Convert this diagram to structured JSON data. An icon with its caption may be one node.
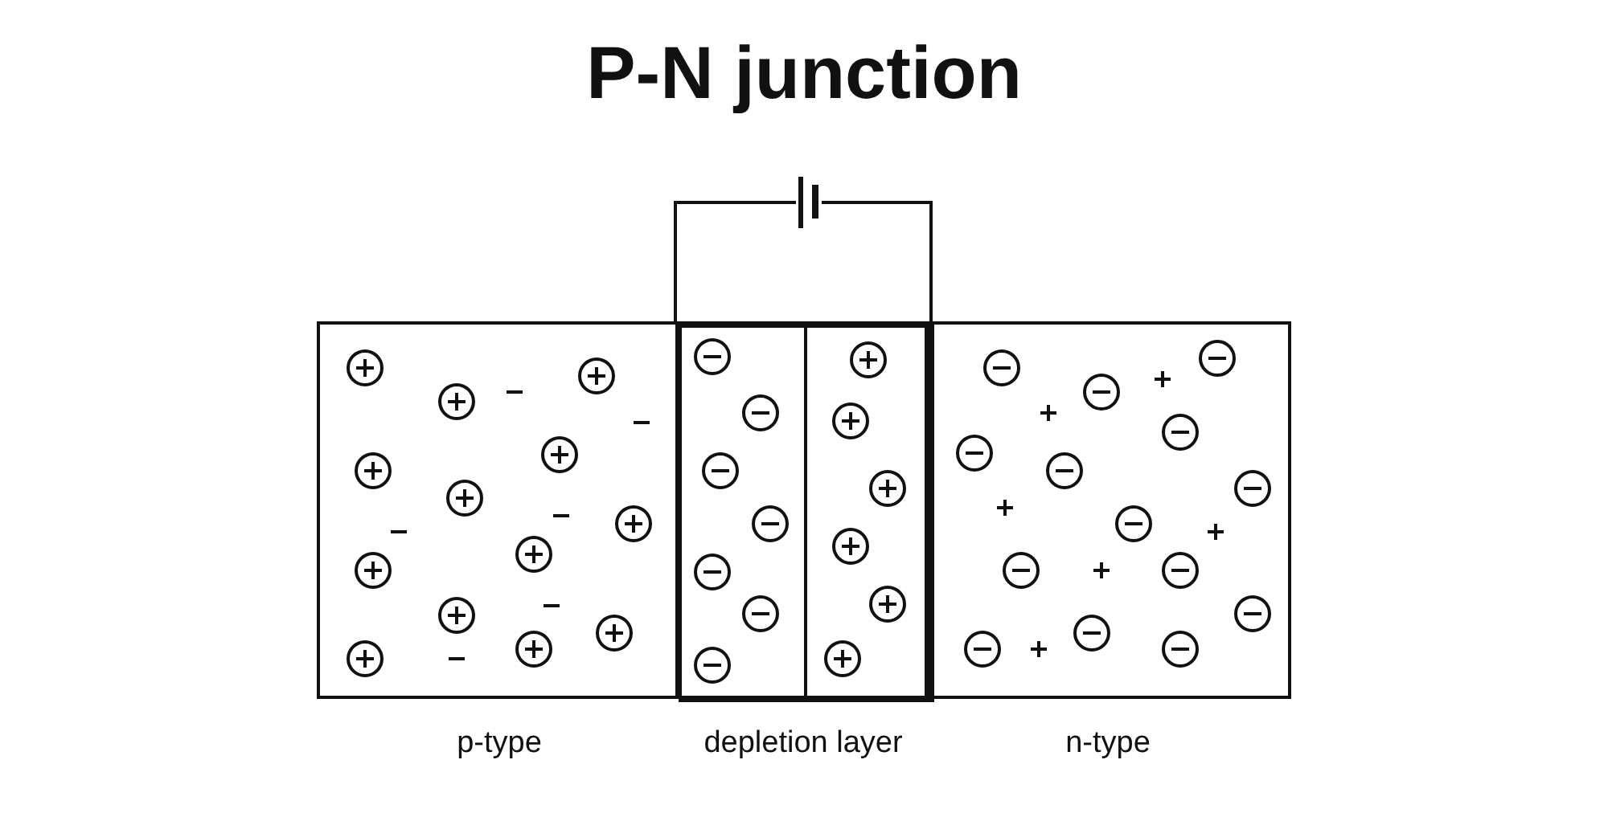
{
  "diagram": {
    "title": "P-N junction",
    "nodes": [
      {
        "text": [],
        "shape": "box",
        "beside": [
          "p-type"
        ]
      },
      {
        "text": [],
        "shape": "box",
        "beside": [
          "depletion layer"
        ]
      },
      {
        "text": [],
        "shape": "box",
        "in": 1
      },
      {
        "text": [],
        "shape": "box",
        "in": 1
      },
      {
        "text": [],
        "shape": "box",
        "beside": [
          "n-type"
        ]
      },
      {
        "text": [],
        "shape": "battery"
      }
    ],
    "edges": [
      {
        "from": 2,
        "to": 5,
        "arrow": "none"
      },
      {
        "from": 5,
        "to": 3,
        "arrow": "none"
      }
    ]
  }
}
